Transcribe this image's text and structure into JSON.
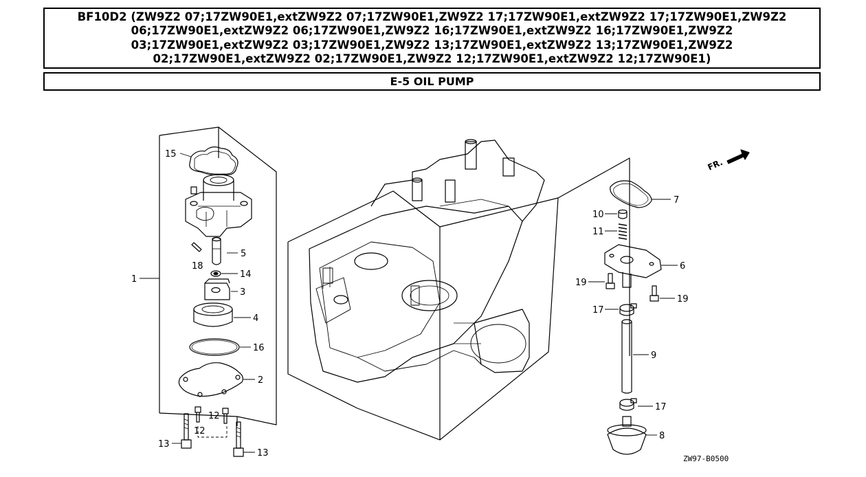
{
  "header": {
    "model_line": "BF10D2 (ZW9Z2 07;17ZW90E1,extZW9Z2 07;17ZW90E1,ZW9Z2 17;17ZW90E1,extZW9Z2 17;17ZW90E1,ZW9Z2 06;17ZW90E1,extZW9Z2 06;17ZW90E1,ZW9Z2 16;17ZW90E1,extZW9Z2 16;17ZW90E1,ZW9Z2 03;17ZW90E1,extZW9Z2 03;17ZW90E1,ZW9Z2 13;17ZW90E1,extZW9Z2 13;17ZW90E1,ZW9Z2 02;17ZW90E1,extZW9Z2 02;17ZW90E1,ZW9Z2 12;17ZW90E1,extZW9Z2 12;17ZW90E1)"
  },
  "section": {
    "title": "E-5 OIL PUMP"
  },
  "diagram": {
    "direction_label": "FR.",
    "ref_code": "ZW97-B0500",
    "callouts": {
      "c1": "1",
      "c2": "2",
      "c3": "3",
      "c4": "4",
      "c5": "5",
      "c6": "6",
      "c7": "7",
      "c8": "8",
      "c9": "9",
      "c10": "10",
      "c11": "11",
      "c12a": "12",
      "c12b": "12",
      "c13a": "13",
      "c13b": "13",
      "c14": "14",
      "c15": "15",
      "c16": "16",
      "c17a": "17",
      "c17b": "17",
      "c18": "18",
      "c19a": "19",
      "c19b": "19"
    }
  }
}
